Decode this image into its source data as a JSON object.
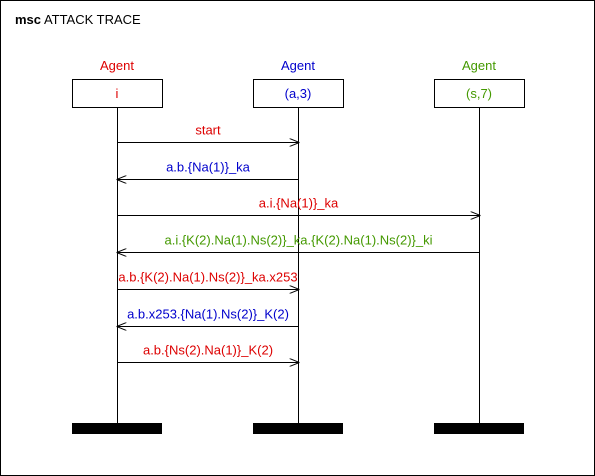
{
  "title": {
    "keyword": "msc",
    "text": "ATTACK TRACE"
  },
  "agents": [
    {
      "role": "Agent",
      "name": "i",
      "color": "#dd0000"
    },
    {
      "role": "Agent",
      "name": "(a,3)",
      "color": "#0000cc"
    },
    {
      "role": "Agent",
      "name": "(s,7)",
      "color": "#449900"
    }
  ],
  "messages": [
    {
      "from": 0,
      "to": 1,
      "label": "start",
      "color": "#dd0000"
    },
    {
      "from": 1,
      "to": 0,
      "label": "a.b.{Na(1)}_ka",
      "color": "#0000cc"
    },
    {
      "from": 0,
      "to": 2,
      "label": "a.i.{Na(1)}_ka",
      "color": "#dd0000"
    },
    {
      "from": 2,
      "to": 0,
      "label": "a.i.{K(2).Na(1).Ns(2)}_ka.{K(2).Na(1).Ns(2)}_ki",
      "color": "#449900"
    },
    {
      "from": 0,
      "to": 1,
      "label": "a.b.{K(2).Na(1).Ns(2)}_ka.x253",
      "color": "#dd0000"
    },
    {
      "from": 1,
      "to": 0,
      "label": "a.b.x253.{Na(1).Ns(2)}_K(2)",
      "color": "#0000cc"
    },
    {
      "from": 0,
      "to": 1,
      "label": "a.b.{Ns(2).Na(1)}_K(2)",
      "color": "#dd0000"
    }
  ]
}
